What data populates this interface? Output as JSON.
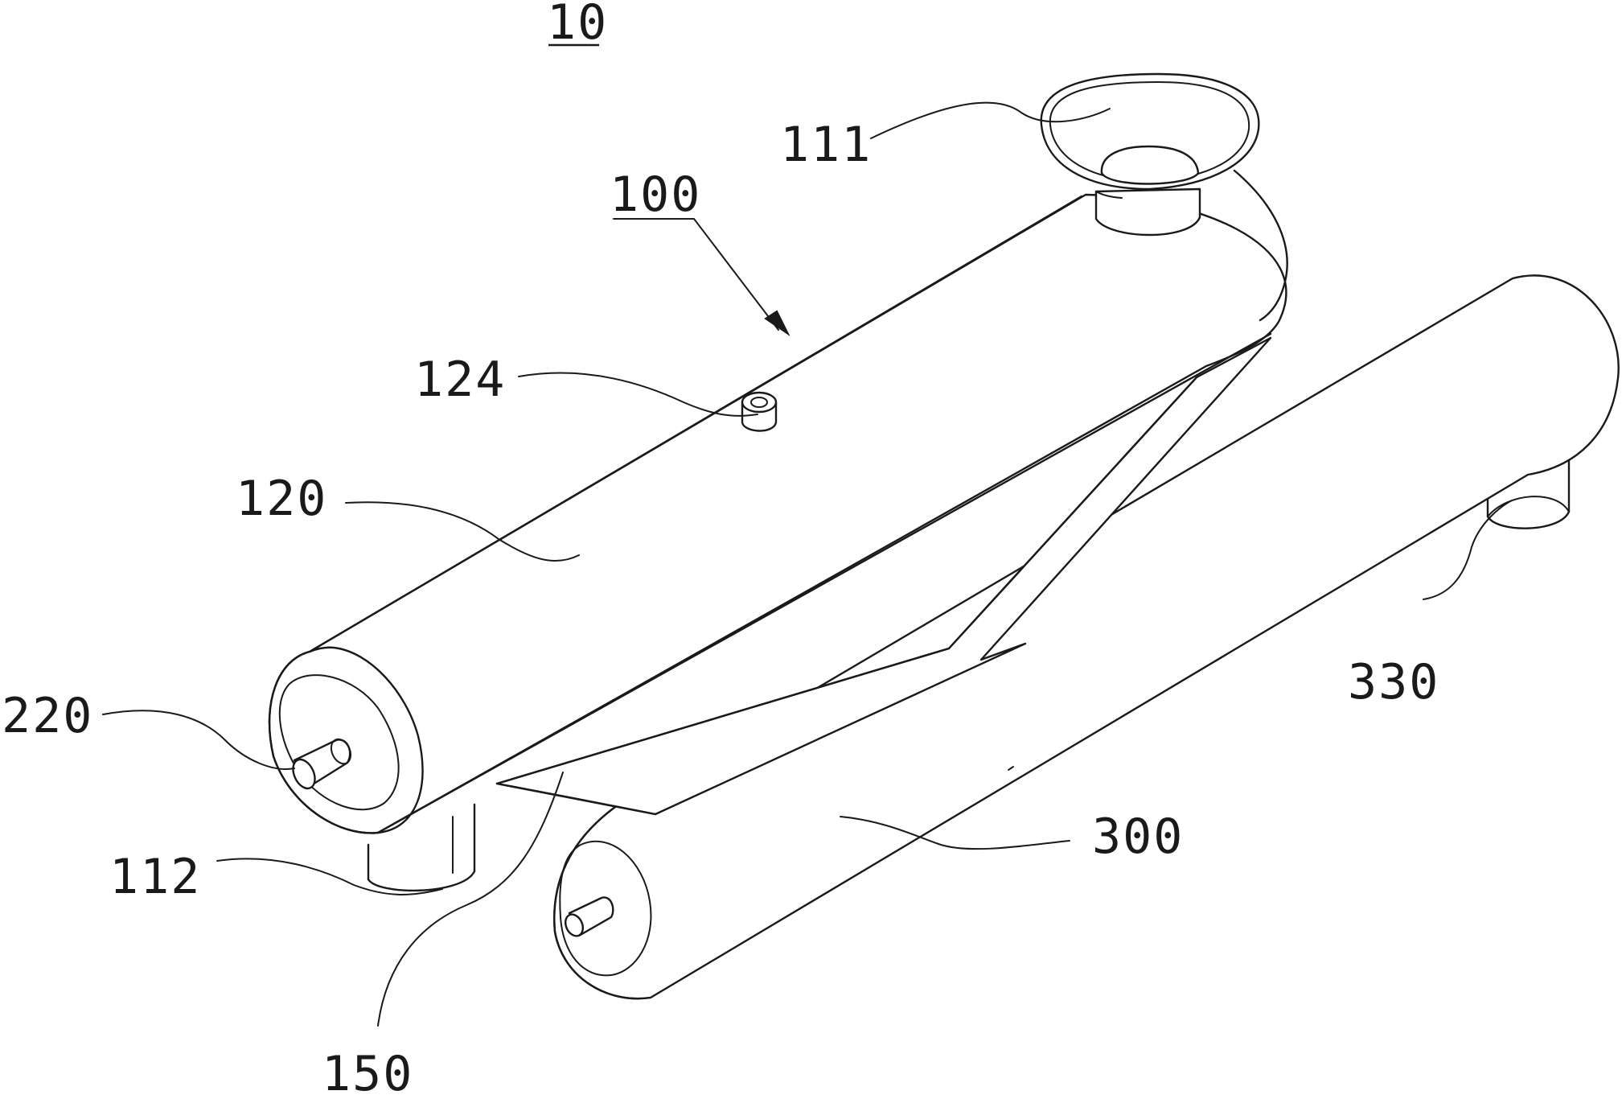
{
  "figure": {
    "title_label": "10",
    "labels": {
      "l100": "100",
      "l111": "111",
      "l112": "112",
      "l120": "120",
      "l124": "124",
      "l150": "150",
      "l220": "220",
      "l300": "300",
      "l330": "330"
    }
  }
}
